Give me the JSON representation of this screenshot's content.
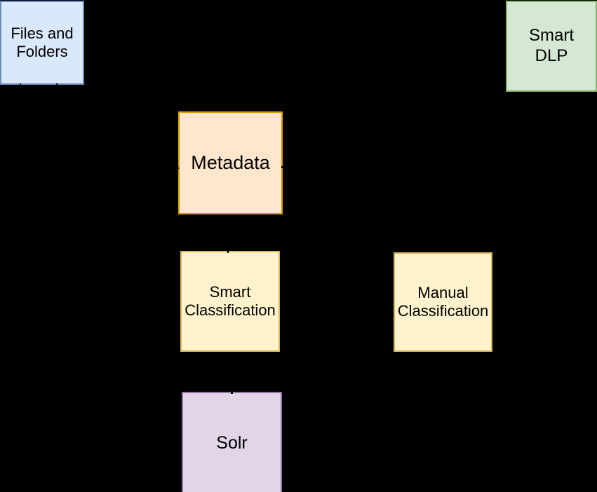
{
  "canvas": {
    "background_color": "#000000"
  },
  "diagram": {
    "nodes": [
      {
        "id": "files-and-folders",
        "lines": [
          "Files and",
          "Folders"
        ],
        "fill": "#dae8fc",
        "stroke": "#6c8ebf"
      },
      {
        "id": "smart-dlp",
        "lines": [
          "Smart",
          "DLP"
        ],
        "fill": "#d5e8d4",
        "stroke": "#82b366"
      },
      {
        "id": "metadata",
        "lines": [
          "Metadata"
        ],
        "fill": "#ffe6cc",
        "stroke": "#d79b00"
      },
      {
        "id": "smart-classification",
        "lines": [
          "Smart",
          "Classification"
        ],
        "fill": "#fff2cc",
        "stroke": "#d6b656"
      },
      {
        "id": "manual-classification",
        "lines": [
          "Manual",
          "Classification"
        ],
        "fill": "#fff2cc",
        "stroke": "#d6b656"
      },
      {
        "id": "solr",
        "lines": [
          "Solr"
        ],
        "fill": "#e1d5e7",
        "stroke": "#9673a6"
      }
    ],
    "connector_stubs": [
      {
        "id": "stub-files-folders-bottom-left",
        "color": "#000000"
      },
      {
        "id": "stub-files-folders-bottom-right",
        "color": "#000000"
      },
      {
        "id": "arrowhead-into-metadata-left",
        "color": "#000000"
      },
      {
        "id": "stub-metadata-right",
        "color": "#000000"
      },
      {
        "id": "stub-smart-classification-top",
        "color": "#000000"
      },
      {
        "id": "stub-solr-top",
        "color": "#000000"
      }
    ]
  }
}
